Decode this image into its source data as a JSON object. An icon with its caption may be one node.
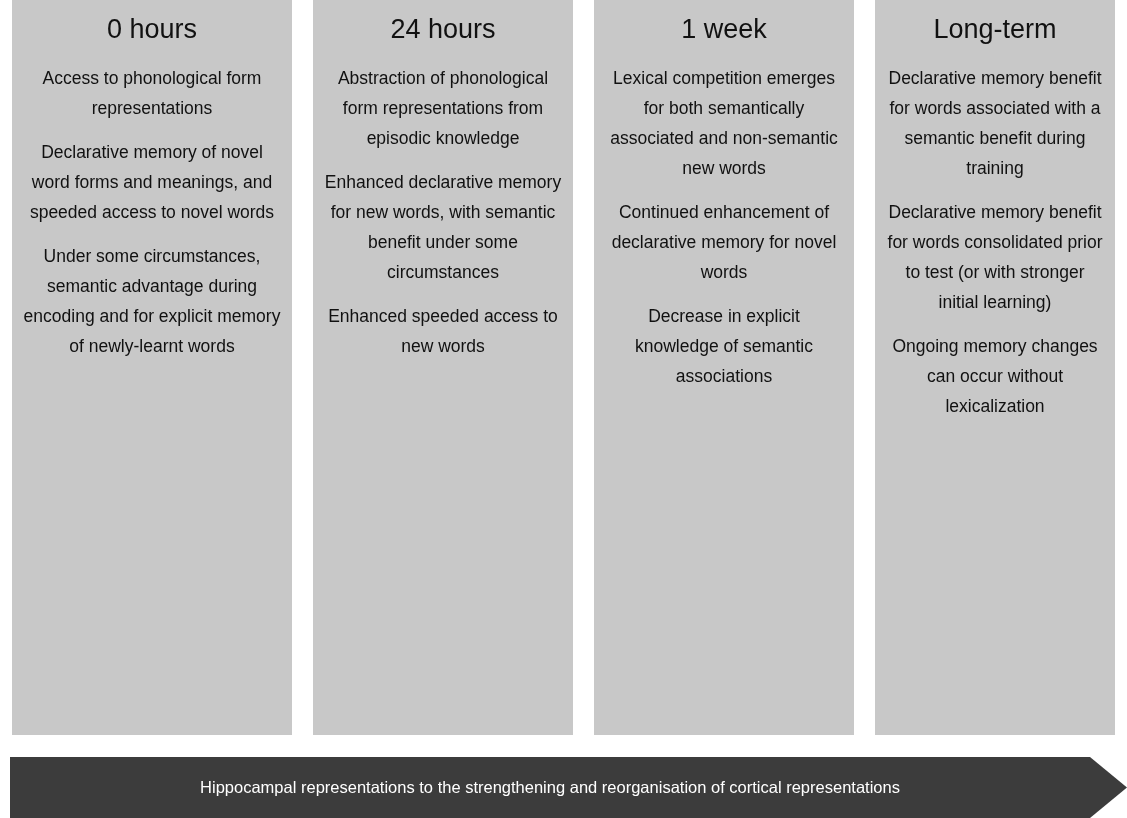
{
  "diagram": {
    "nodes": [
      {
        "text": [
          "0 hours",
          "Access to phonological form representations",
          "Declarative memory of novel word forms and meanings, and speeded access to novel words",
          "Under some circumstances, semantic advantage during encoding and for explicit memory of newly-learnt words"
        ]
      },
      {
        "text": [
          "24 hours",
          "Abstraction of phonological form representations from episodic knowledge",
          "Enhanced declarative memory for new words, with semantic benefit under some circumstances",
          "Enhanced speeded access to new words"
        ]
      },
      {
        "text": [
          "1 week",
          "Lexical competition emerges for both semantically associated and non-semantic new words",
          "Continued enhancement of declarative memory for novel words",
          "Decrease in explicit knowledge of semantic associations"
        ]
      },
      {
        "text": [
          "Long-term",
          "Declarative memory benefit for words associated with a semantic benefit during training",
          "Declarative memory benefit for words consolidated prior to test (or with stronger initial learning)",
          "Ongoing memory changes can occur without lexicalization"
        ]
      },
      {
        "text": [
          "Hippocampal representations to the strengthening and reorganisation of cortical representations"
        ]
      }
    ],
    "edges": []
  }
}
